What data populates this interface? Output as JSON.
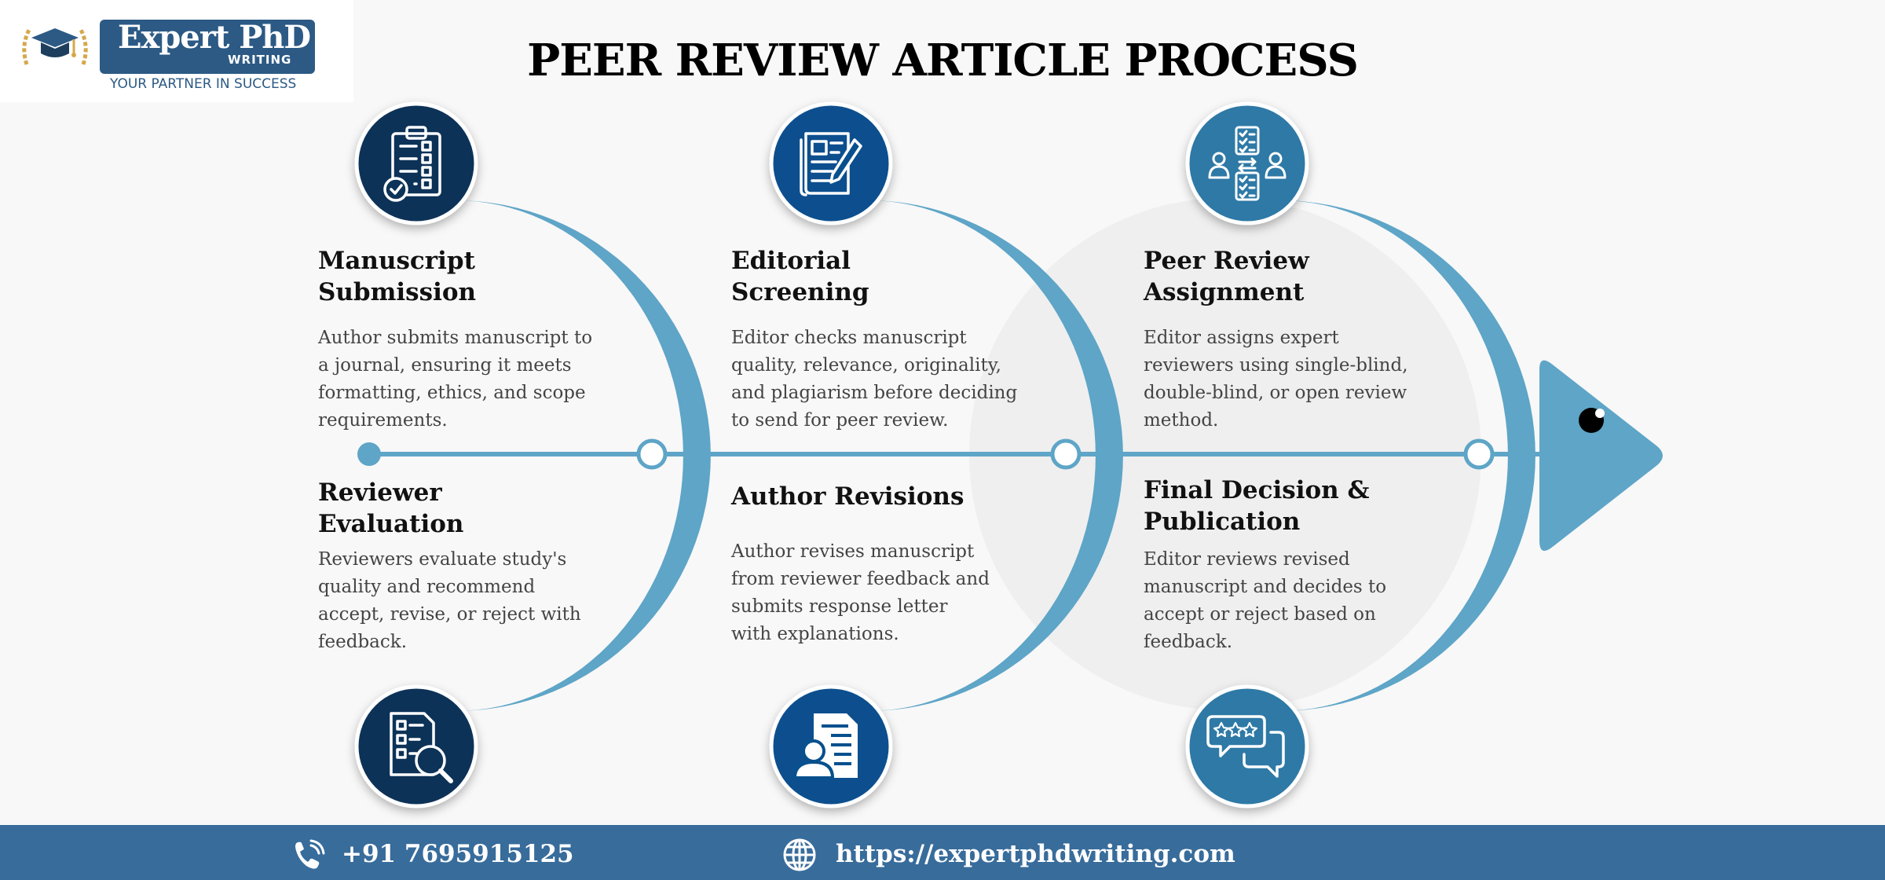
{
  "brand": {
    "name": "Expert PhD",
    "sub": "WRITING",
    "tagline": "YOUR PARTNER IN SUCCESS"
  },
  "title": "PEER REVIEW ARTICLE PROCESS",
  "steps": [
    {
      "heading_lines": [
        "Manuscript",
        "Submission"
      ],
      "description_lines": [
        "Author submits manuscript to",
        "a journal, ensuring it meets",
        "formatting, ethics, and scope",
        "requirements."
      ],
      "icon": "clipboard-checklist-icon"
    },
    {
      "heading_lines": [
        "Editorial",
        "Screening"
      ],
      "description_lines": [
        "Editor checks manuscript",
        "quality, relevance, originality,",
        "and plagiarism before deciding",
        "to send for peer review."
      ],
      "icon": "document-edit-icon"
    },
    {
      "heading_lines": [
        "Peer Review",
        "Assignment"
      ],
      "description_lines": [
        "Editor assigns expert",
        "reviewers using single-blind,",
        "double-blind, or open review",
        "method."
      ],
      "icon": "reviewer-assignment-icon"
    },
    {
      "heading_lines": [
        "Reviewer",
        "Evaluation"
      ],
      "description_lines": [
        "Reviewers evaluate study's",
        "quality and recommend",
        "accept, revise, or reject with",
        "feedback."
      ],
      "icon": "checklist-magnifier-icon"
    },
    {
      "heading_lines": [
        "Author Revisions"
      ],
      "description_lines": [
        "Author revises manuscript",
        "from reviewer feedback and",
        "submits response letter",
        "with explanations."
      ],
      "icon": "author-document-icon"
    },
    {
      "heading_lines": [
        "Final Decision &",
        "Publication"
      ],
      "description_lines": [
        "Editor reviews revised",
        "manuscript and decides to",
        "accept or reject based on",
        "feedback."
      ],
      "icon": "rating-chat-icon"
    }
  ],
  "footer": {
    "phone": "+91 7695915125",
    "website": "https://expertphdwriting.com",
    "phone_icon": "phone-icon",
    "web_icon": "globe-icon"
  },
  "colors": {
    "arc": "#5ea5c7",
    "circle_dark": "#0d3358",
    "circle_mid": "#07508e",
    "circle_light": "#2e79a6",
    "footer": "#386c9b",
    "logo": "#2c5a85"
  }
}
